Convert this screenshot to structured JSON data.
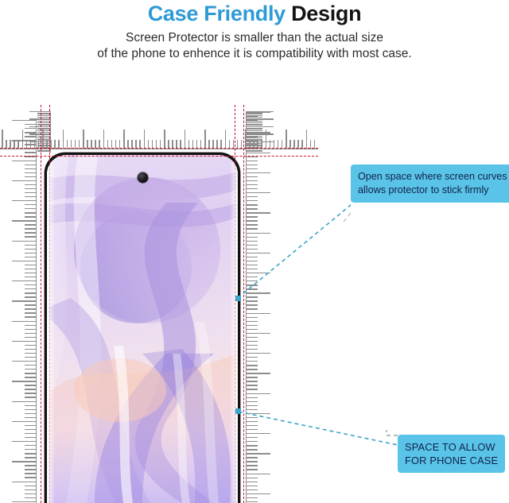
{
  "header": {
    "title_highlight": "Case Friendly",
    "title_normal": "Design",
    "subtitle_line1": "Screen Protector is smaller than the actual size",
    "subtitle_line2": "of the phone to enhence it is compatibility with most case."
  },
  "callouts": [
    {
      "id": "open-space",
      "line1": "Open space where screen curves",
      "line2": "allows protector to stick firmly"
    },
    {
      "id": "phone-case",
      "line1": "SPACE TO ALLOW",
      "line2": "FOR PHONE CASE"
    }
  ],
  "diagram": {
    "device_label": "smartphone-front-view",
    "camera_label": "punch-hole-camera",
    "ruler_top_label": "horizontal-measurement-ruler",
    "ruler_left_label": "left-vertical-measurement-ruler",
    "ruler_right_label": "right-vertical-measurement-ruler",
    "guide_label": "protector-edge-guide-line"
  },
  "colors": {
    "title_accent": "#2e9bd6",
    "title_dark": "#141414",
    "callout_bg": "#59c3e8",
    "callout_text": "#12224a",
    "guide_red": "#c8102e",
    "ruler_gray": "#8d8d8d",
    "leader_blue": "#3aa5c9"
  }
}
